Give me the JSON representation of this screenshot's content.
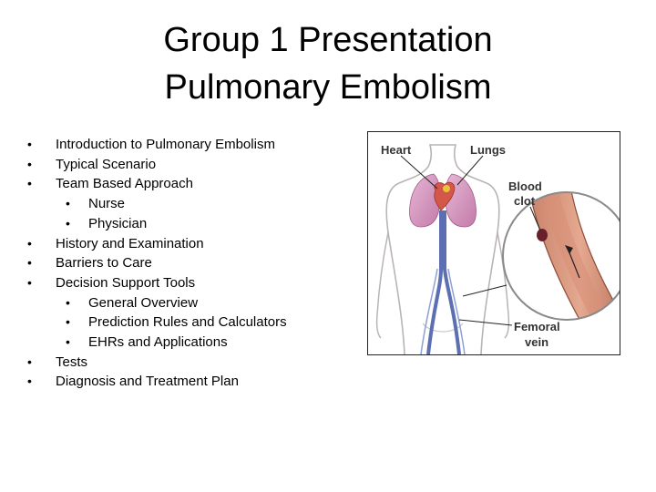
{
  "slide": {
    "title_line1": "Group 1 Presentation",
    "title_line2": "Pulmonary Embolism"
  },
  "bullets": [
    {
      "text": "Introduction to Pulmonary Embolism",
      "level": 1
    },
    {
      "text": "Typical Scenario",
      "level": 1
    },
    {
      "text": "Team Based Approach",
      "level": 1
    },
    {
      "text": "Nurse",
      "level": 2
    },
    {
      "text": "Physician",
      "level": 2
    },
    {
      "text": "History and Examination",
      "level": 1
    },
    {
      "text": "Barriers to Care",
      "level": 1
    },
    {
      "text": "Decision Support Tools",
      "level": 1
    },
    {
      "text": "General Overview",
      "level": 2
    },
    {
      "text": "Prediction Rules and Calculators",
      "level": 2
    },
    {
      "text": "EHRs and Applications",
      "level": 2
    },
    {
      "text": "Tests",
      "level": 1
    },
    {
      "text": "Diagnosis and Treatment Plan",
      "level": 1
    }
  ],
  "figure": {
    "label_heart": "Heart",
    "label_lungs": "Lungs",
    "label_clot_line1": "Blood",
    "label_clot_line2": "clot",
    "label_vein_line1": "Femoral",
    "label_vein_line2": "vein"
  }
}
